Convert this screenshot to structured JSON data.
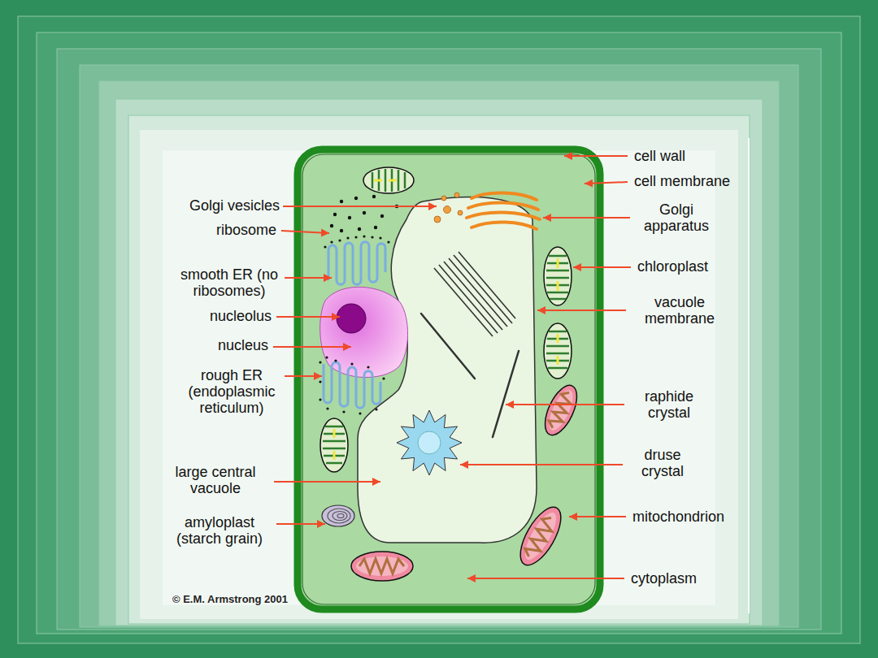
{
  "diagram": {
    "labels": [
      "cell wall",
      "cell membrane",
      "Golgi vesicles",
      "ribosome",
      "Golgi apparatus",
      "smooth ER (no ribosomes)",
      "chloroplast",
      "nucleolus",
      "vacuole membrane",
      "nucleus",
      "rough ER (endoplasmic reticulum)",
      "raphide crystal",
      "druse crystal",
      "large central vacuole",
      "mitochondrion",
      "amyloplast (starch grain)",
      "cytoplasm",
      "© E.M. Armstrong 2001"
    ]
  }
}
